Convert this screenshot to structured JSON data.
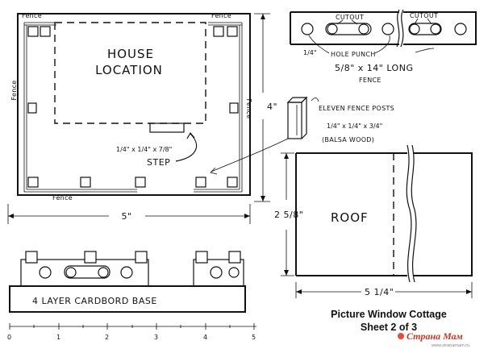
{
  "site_plan": {
    "fence_tl": "Fence",
    "fence_tr": "Fence",
    "fence_left": "Fence",
    "fence_right": "Fence",
    "fence_bottom": "Fence",
    "house_line1": "HOUSE",
    "house_line2": "LOCATION",
    "step_fraction": "1/4\" x 1/4\" x 7/8\"",
    "step_label": "STEP",
    "width_dim": "5\"",
    "height_dim": "4\""
  },
  "fence_strip": {
    "cutout_left": "CUTOUT",
    "cutout_right": "CUTOUT",
    "quarter_dim": "1/4\"",
    "hole_punch": "HOLE PUNCH",
    "size_line": "5/8\" x 14\" LONG",
    "fence_word": "FENCE"
  },
  "posts": {
    "line1": "ELEVEN FENCE POSTS",
    "fraction": "1/4\" x 1/4\" x 3/4\"",
    "material": "(BALSA WOOD)"
  },
  "roof": {
    "label": "ROOF",
    "height_dim": "2 5/8\"",
    "width_dim": "5 1/4\""
  },
  "base": {
    "label": "4 LAYER CARDBORD BASE"
  },
  "ruler": {
    "ticks": [
      "0",
      "1",
      "2",
      "3",
      "4",
      "5"
    ]
  },
  "caption": {
    "line1": "Picture Window Cottage",
    "line2": "Sheet 2 of 3"
  },
  "watermark": {
    "brand": "Страна Мам",
    "url": "www.stranamam.ru"
  }
}
